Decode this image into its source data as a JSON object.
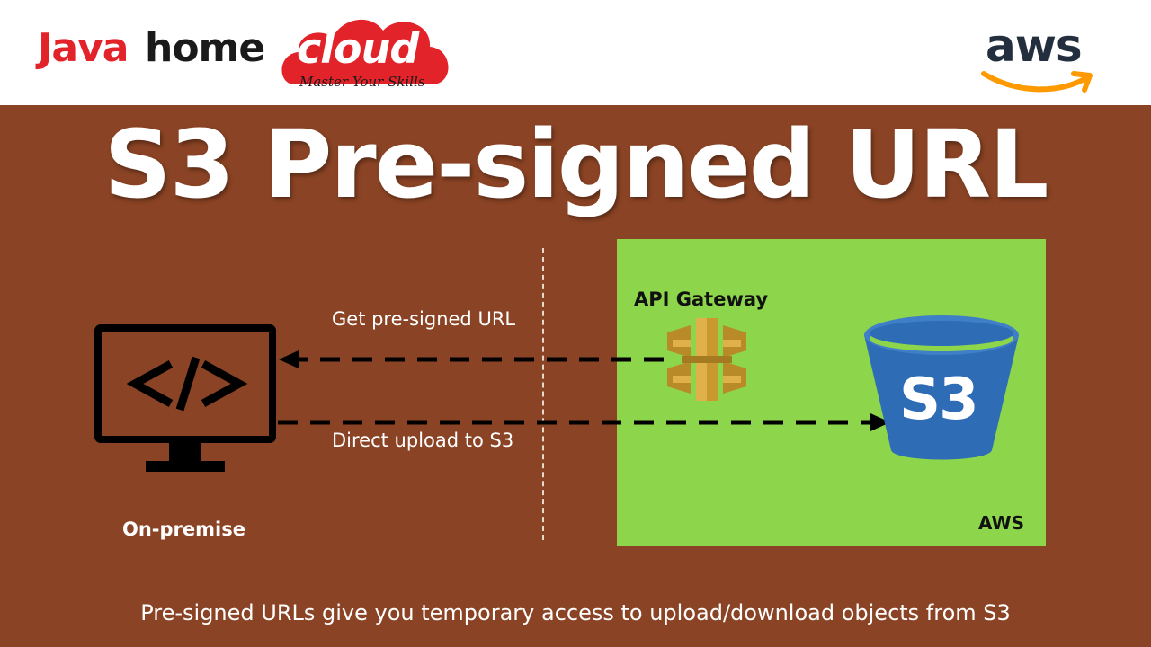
{
  "brand": {
    "java": "Java",
    "home": "home",
    "cloud": "cloud",
    "tagline": "Master Your Skills",
    "aws_logo": "aws"
  },
  "title": "S3 Pre-signed URL",
  "diagram": {
    "on_premise_label": "On-premise",
    "get_url_label": "Get pre-signed URL",
    "upload_label": "Direct upload to S3",
    "api_gateway_label": "API Gateway",
    "s3_label": "S3",
    "aws_box_label": "AWS",
    "colors": {
      "background": "#8a4324",
      "aws_box": "#8dd54a",
      "s3_blue": "#2e6cb5",
      "api_gold": "#c9982e",
      "brand_red": "#e3232a"
    },
    "icons": [
      "code-monitor-icon",
      "api-gateway-icon",
      "s3-bucket-icon",
      "amazon-smile-icon"
    ]
  },
  "caption": "Pre-signed URLs give you temporary access to upload/download objects from S3"
}
